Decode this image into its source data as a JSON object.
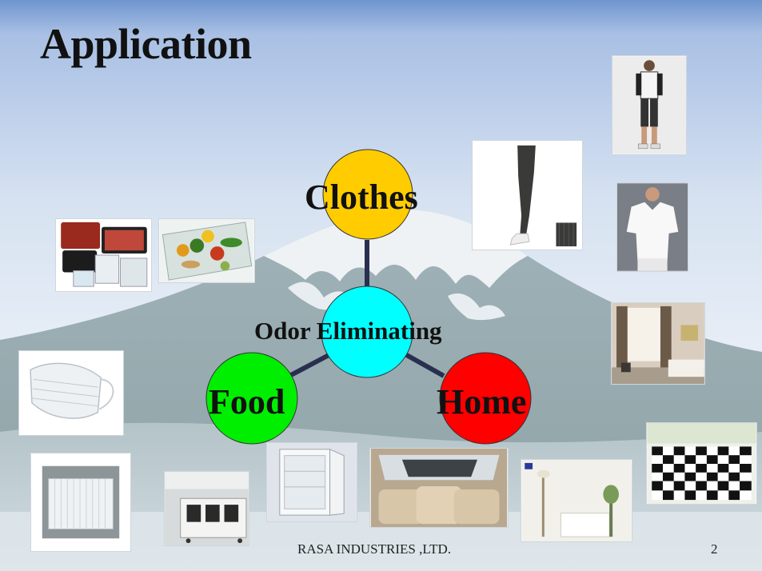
{
  "slide": {
    "title": "Application",
    "footer_company": "RASA INDUSTRIES ,LTD.",
    "page_number": "2"
  },
  "diagram": {
    "center": {
      "label": "Odor Eliminating",
      "color": "#00ffff"
    },
    "branches": [
      {
        "label": "Clothes",
        "color": "#ffcc00"
      },
      {
        "label": "Food",
        "color": "#00ee00"
      },
      {
        "label": "Home",
        "color": "#ff0000"
      }
    ],
    "connector_color": "#2a2f4f"
  },
  "photos": [
    {
      "name": "sportswear-photo"
    },
    {
      "name": "leggings-photo"
    },
    {
      "name": "undershirt-photo"
    },
    {
      "name": "bedroom-curtains-photo"
    },
    {
      "name": "checkered-carpet-photo"
    },
    {
      "name": "food-trays-photo"
    },
    {
      "name": "vegetables-container-photo"
    },
    {
      "name": "face-mask-photo"
    },
    {
      "name": "filter-cloth-photo"
    },
    {
      "name": "trash-bins-photo"
    },
    {
      "name": "refrigerator-photo"
    },
    {
      "name": "car-interior-photo"
    },
    {
      "name": "wallpaper-room-photo"
    }
  ]
}
